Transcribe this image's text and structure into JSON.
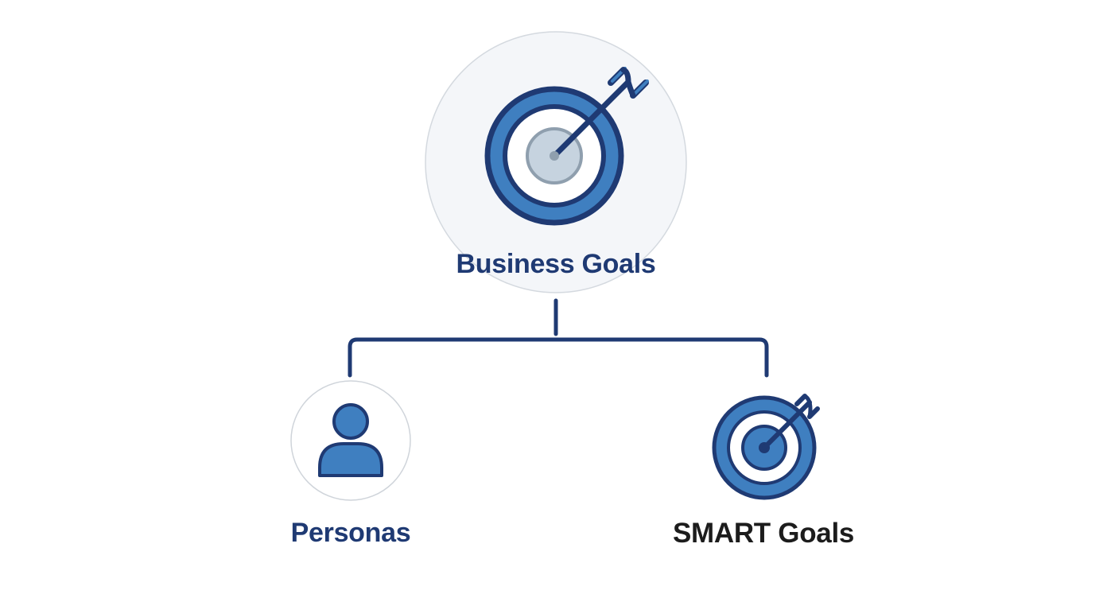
{
  "diagram": {
    "root": {
      "label": "Business Goals",
      "icon": "target-arrow-icon"
    },
    "children": [
      {
        "label": "Personas",
        "icon": "person-icon"
      },
      {
        "label": "SMART Goals",
        "icon": "target-arrow-icon"
      }
    ]
  },
  "colors": {
    "navy": "#1f3a73",
    "blue": "#3f7fc0",
    "gray": "#aab8c6",
    "text_dark": "#1c1c1c"
  }
}
